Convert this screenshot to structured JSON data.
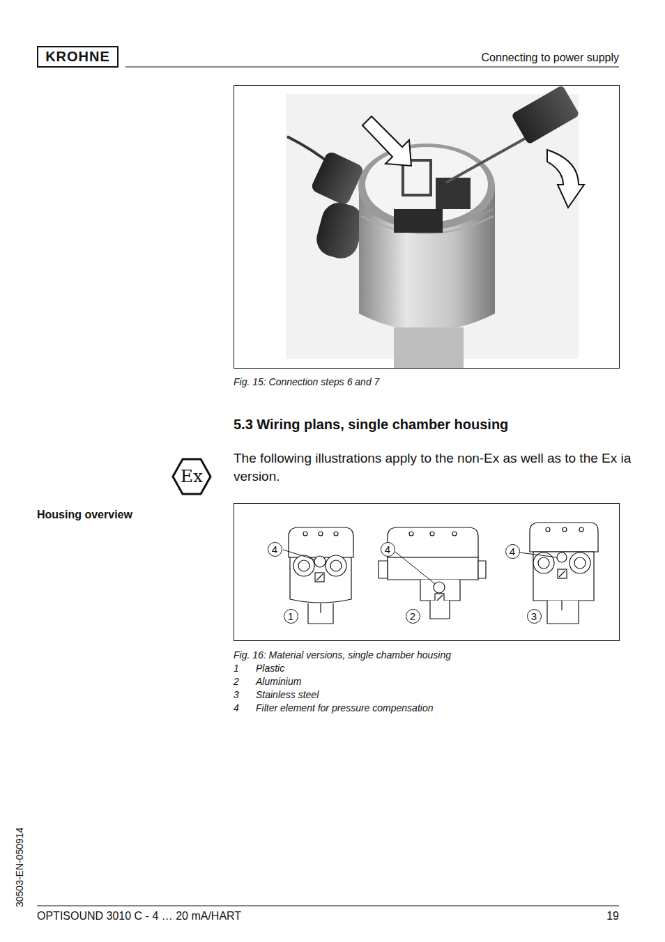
{
  "diagram": {
    "title": "5.3 Wiring plans, single chamber housing",
    "nodes": [
      {
        "text": [
          "4"
        ]
      },
      {
        "text": [
          "4"
        ]
      },
      {
        "text": [
          "4"
        ]
      },
      {
        "text": [
          "1"
        ]
      },
      {
        "text": [
          "2"
        ]
      },
      {
        "text": [
          "3"
        ]
      }
    ],
    "labels": [
      "KROHNE",
      "Connecting to power supply",
      "Fig. 15: Connection steps 6 and 7",
      "Ex",
      "The following illustrations apply to the non-Ex as well as to the Ex ia version.",
      "Housing overview",
      "Fig. 16: Material versions, single chamber housing",
      "1",
      "Plastic",
      "2",
      "Aluminium",
      "3",
      "Stainless steel",
      "4",
      "Filter element for pressure compensation",
      "30503-EN-050914",
      "OPTISOUND 3010 C - 4 … 20 mA/HART",
      "19"
    ]
  }
}
